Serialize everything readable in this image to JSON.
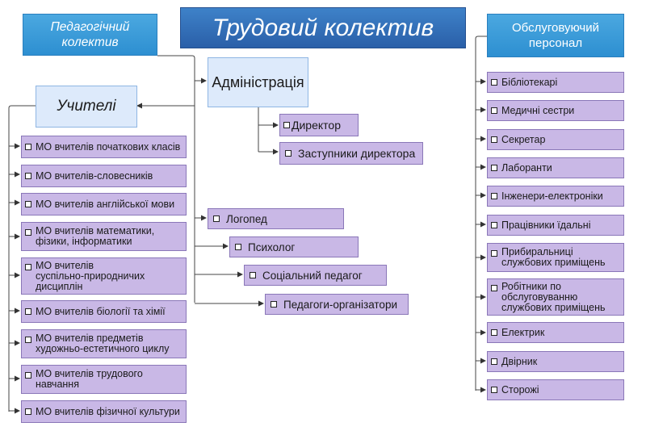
{
  "title": "Трудовий колектив",
  "pedagogical": "Педагогічний\nколектив",
  "teachers": {
    "label": "Учителі",
    "items": [
      "МО вчителів початкових класів",
      "МО вчителів-словесників",
      "МО вчителів англійської мови",
      "МО вчителів математики,\nфізики, інформатики",
      "МО вчителів\nсуспільно-природничих\nдисциплін",
      "МО вчителів біології та хімії",
      "МО вчителів предметів\nхудожньо-естетичного циклу",
      "МО вчителів трудового\nнавчання",
      "МО вчителів фізичної культури"
    ]
  },
  "administration": {
    "label": "Адміністрація",
    "items": [
      "Директор",
      "Заступники директора"
    ]
  },
  "specialists": [
    "Логопед",
    "Психолог",
    "Соціальний педагог",
    "Педагоги-організатори"
  ],
  "service": {
    "label": "Обслуговуючий\nперсонал",
    "items": [
      "Бібліотекарі",
      "Медичні сестри",
      "Секретар",
      "Лаборанти",
      "Інженери-електроніки",
      "Працівники їдальні",
      "Прибиральниці\nслужбових приміщень",
      "Робітники по\nобслуговуванню\nслужбових приміщень",
      "Електрик",
      "Двірник",
      "Сторожі"
    ]
  },
  "colors": {
    "header_blue": "#2d8fd1",
    "title_blue": "#2a5fa8",
    "light_blue": "#ddeafb",
    "item_purple": "#c9b8e6"
  }
}
